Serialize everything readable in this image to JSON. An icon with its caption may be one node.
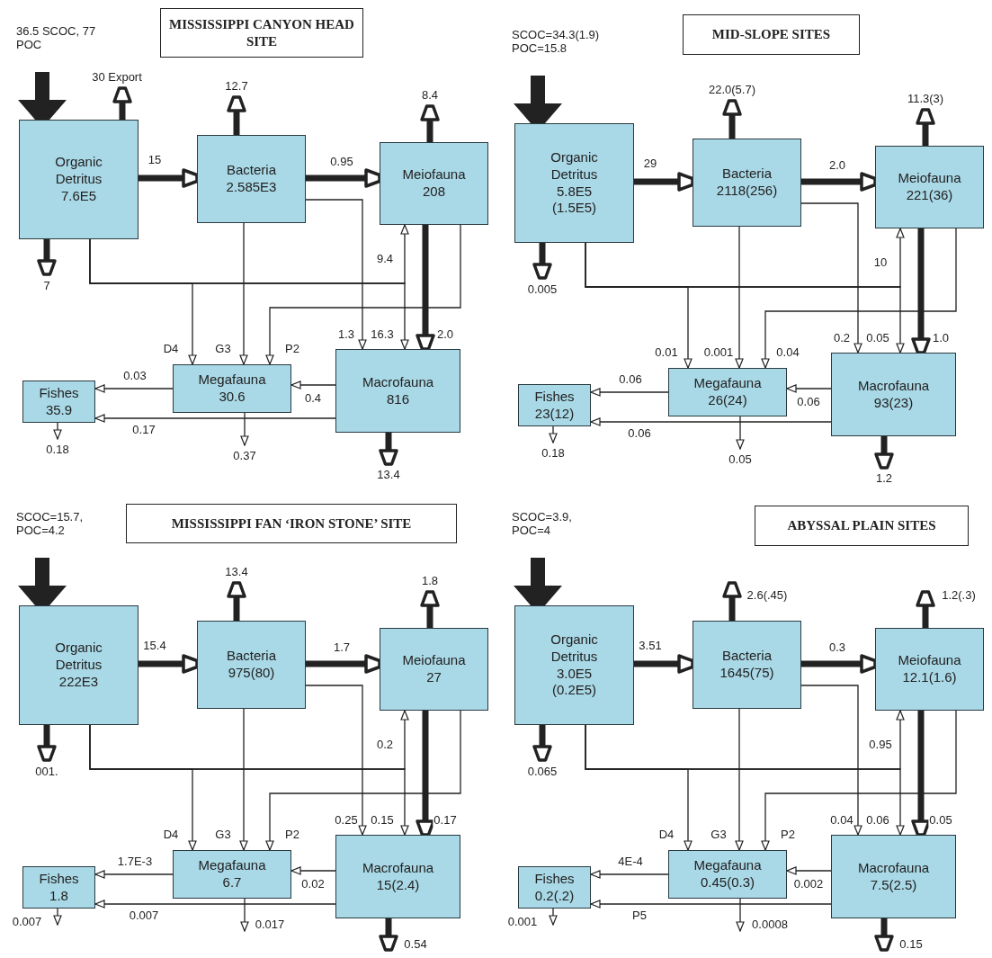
{
  "diagram": {
    "nodes": [
      {
        "text": [
          "MISSISSIPPI CANYON HEAD SITE"
        ]
      },
      {
        "text": [
          "Organic Detritus",
          "7.6E5"
        ]
      },
      {
        "text": [
          "Bacteria",
          "2.585E3"
        ]
      },
      {
        "text": [
          "Meiofauna",
          "208"
        ]
      },
      {
        "text": [
          "Fishes",
          "35.9"
        ]
      },
      {
        "text": [
          "Megafauna",
          "30.6"
        ]
      },
      {
        "text": [
          "Macrofauna",
          "816"
        ]
      },
      {
        "text": [
          "MID-SLOPE SITES"
        ]
      },
      {
        "text": [
          "Organic Detritus",
          "5.8E5",
          "(1.5E5)"
        ]
      },
      {
        "text": [
          "Bacteria",
          "2118(256)"
        ]
      },
      {
        "text": [
          "Meiofauna",
          "221(36)"
        ]
      },
      {
        "text": [
          "Fishes",
          "23(12)"
        ]
      },
      {
        "text": [
          "Megafauna",
          "26(24)"
        ]
      },
      {
        "text": [
          "Macrofauna",
          "93(23)"
        ]
      },
      {
        "text": [
          "MISSISSIPPI FAN ‘IRON STONE’ SITE"
        ]
      },
      {
        "text": [
          "Organic Detritus",
          "222E3"
        ]
      },
      {
        "text": [
          "Bacteria",
          "975(80)"
        ]
      },
      {
        "text": [
          "Meiofauna",
          "27"
        ]
      },
      {
        "text": [
          "Fishes",
          "1.8"
        ]
      },
      {
        "text": [
          "Megafauna",
          "6.7"
        ]
      },
      {
        "text": [
          "Macrofauna",
          "15(2.4)"
        ]
      },
      {
        "text": [
          "ABYSSAL PLAIN SITES"
        ]
      },
      {
        "text": [
          "Organic Detritus",
          "3.0E5",
          "(0.2E5)"
        ]
      },
      {
        "text": [
          "Bacteria",
          "1645(75)"
        ]
      },
      {
        "text": [
          "Meiofauna",
          "12.1(1.6)"
        ]
      },
      {
        "text": [
          "Fishes",
          "0.2(.2)"
        ]
      },
      {
        "text": [
          "Megafauna",
          "0.45(0.3)"
        ]
      },
      {
        "text": [
          "Macrofauna",
          "7.5(2.5)"
        ]
      }
    ],
    "edges": [
      {
        "from": null,
        "to": 1,
        "arrow": "to",
        "style": "thick",
        "label": "36.5 SCOC, 77 POC"
      },
      {
        "from": 1,
        "to": null,
        "arrow": "to",
        "style": "thick",
        "label": "7"
      },
      {
        "from": 1,
        "to": 2,
        "arrow": "to",
        "style": "thick",
        "label": "15"
      },
      {
        "from": 2,
        "to": null,
        "arrow": "to",
        "style": "thick",
        "label": "12.7"
      },
      {
        "from": 2,
        "to": 3,
        "arrow": "to",
        "style": "thick",
        "label": "0.95"
      },
      {
        "from": 3,
        "to": null,
        "arrow": "to",
        "style": "thick",
        "label": "8.4"
      },
      {
        "from": 1,
        "to": 5,
        "arrow": "to",
        "label": "D4"
      },
      {
        "from": 1,
        "to": 3,
        "arrow": "to",
        "label": "9.4"
      },
      {
        "from": 1,
        "to": 6,
        "arrow": "to",
        "label": "16.3"
      },
      {
        "from": 2,
        "to": 5,
        "arrow": "to",
        "label": "G3"
      },
      {
        "from": 2,
        "to": 6,
        "arrow": "to",
        "label": "1.3"
      },
      {
        "from": 3,
        "to": 5,
        "arrow": "to",
        "label": "P2"
      },
      {
        "from": 3,
        "to": 6,
        "arrow": "to",
        "style": "thick",
        "label": "2.0"
      },
      {
        "from": 6,
        "to": 5,
        "arrow": "to",
        "label": "0.4"
      },
      {
        "from": 5,
        "to": 4,
        "arrow": "to",
        "label": "0.03"
      },
      {
        "from": 6,
        "to": 4,
        "arrow": "to",
        "label": "0.17"
      },
      {
        "from": 5,
        "to": null,
        "arrow": "to",
        "label": "0.37"
      },
      {
        "from": 6,
        "to": null,
        "arrow": "to",
        "style": "thick",
        "label": "13.4"
      },
      {
        "from": 4,
        "to": null,
        "arrow": "to",
        "label": "0.18"
      },
      {
        "from": null,
        "to": 8,
        "arrow": "to",
        "style": "thick",
        "label": "SCOC=34.3(1.9) POC=15.8"
      },
      {
        "from": 8,
        "to": null,
        "arrow": "to",
        "style": "thick",
        "label": "0.005"
      },
      {
        "from": 8,
        "to": 9,
        "arrow": "to",
        "style": "thick",
        "label": "29"
      },
      {
        "from": 9,
        "to": null,
        "arrow": "to",
        "style": "thick",
        "label": "22.0(5.7)"
      },
      {
        "from": 9,
        "to": 10,
        "arrow": "to",
        "style": "thick",
        "label": "2.0"
      },
      {
        "from": 10,
        "to": null,
        "arrow": "to",
        "style": "thick",
        "label": "11.3(3)"
      },
      {
        "from": 8,
        "to": 12,
        "arrow": "to",
        "label": "0.01"
      },
      {
        "from": 8,
        "to": 10,
        "arrow": "to",
        "label": "10"
      },
      {
        "from": 8,
        "to": 13,
        "arrow": "to",
        "label": "0.05"
      },
      {
        "from": 9,
        "to": 12,
        "arrow": "to",
        "label": "0.001"
      },
      {
        "from": 9,
        "to": 13,
        "arrow": "to",
        "label": "0.2"
      },
      {
        "from": 10,
        "to": 12,
        "arrow": "to",
        "label": "0.04"
      },
      {
        "from": 10,
        "to": 13,
        "arrow": "to",
        "style": "thick",
        "label": "1.0"
      },
      {
        "from": 13,
        "to": 12,
        "arrow": "to",
        "label": "0.06"
      },
      {
        "from": 12,
        "to": 11,
        "arrow": "to",
        "label": "0.06"
      },
      {
        "from": 13,
        "to": 11,
        "arrow": "to",
        "label": "0.06"
      },
      {
        "from": 12,
        "to": null,
        "arrow": "to",
        "label": "0.05"
      },
      {
        "from": 13,
        "to": null,
        "arrow": "to",
        "style": "thick",
        "label": "1.2"
      },
      {
        "from": 11,
        "to": null,
        "arrow": "to",
        "label": "0.18"
      },
      {
        "from": null,
        "to": 15,
        "arrow": "to",
        "style": "thick",
        "label": "SCOC=15.7, POC=4.2"
      },
      {
        "from": 15,
        "to": null,
        "arrow": "to",
        "style": "thick",
        "label": "001."
      },
      {
        "from": 15,
        "to": 16,
        "arrow": "to",
        "style": "thick",
        "label": "15.4"
      },
      {
        "from": 16,
        "to": null,
        "arrow": "to",
        "style": "thick",
        "label": "13.4"
      },
      {
        "from": 16,
        "to": 17,
        "arrow": "to",
        "style": "thick",
        "label": "1.7"
      },
      {
        "from": 17,
        "to": null,
        "arrow": "to",
        "style": "thick",
        "label": "1.8"
      },
      {
        "from": 15,
        "to": 19,
        "arrow": "to",
        "label": "D4"
      },
      {
        "from": 15,
        "to": 17,
        "arrow": "to",
        "label": "0.2"
      },
      {
        "from": 15,
        "to": 20,
        "arrow": "to",
        "label": "0.15"
      },
      {
        "from": 16,
        "to": 19,
        "arrow": "to",
        "label": "G3"
      },
      {
        "from": 16,
        "to": 20,
        "arrow": "to",
        "label": "0.25"
      },
      {
        "from": 17,
        "to": 19,
        "arrow": "to",
        "label": "P2"
      },
      {
        "from": 17,
        "to": 20,
        "arrow": "to",
        "style": "thick",
        "label": "0.17"
      },
      {
        "from": 20,
        "to": 19,
        "arrow": "to",
        "label": "0.02"
      },
      {
        "from": 19,
        "to": 18,
        "arrow": "to",
        "label": "1.7E-3"
      },
      {
        "from": 20,
        "to": 18,
        "arrow": "to",
        "label": "0.007"
      },
      {
        "from": 19,
        "to": null,
        "arrow": "to",
        "label": "0.017"
      },
      {
        "from": 20,
        "to": null,
        "arrow": "to",
        "style": "thick",
        "label": "0.54"
      },
      {
        "from": 18,
        "to": null,
        "arrow": "to",
        "label": "0.007"
      },
      {
        "from": null,
        "to": 22,
        "arrow": "to",
        "style": "thick",
        "label": "SCOC=3.9, POC=4"
      },
      {
        "from": 22,
        "to": null,
        "arrow": "to",
        "style": "thick",
        "label": "0.065"
      },
      {
        "from": 22,
        "to": 23,
        "arrow": "to",
        "style": "thick",
        "label": "3.51"
      },
      {
        "from": 23,
        "to": null,
        "arrow": "to",
        "style": "thick",
        "label": "2.6(.45)"
      },
      {
        "from": 23,
        "to": 24,
        "arrow": "to",
        "style": "thick",
        "label": "0.3"
      },
      {
        "from": 24,
        "to": null,
        "arrow": "to",
        "style": "thick",
        "label": "1.2(.3)"
      },
      {
        "from": 22,
        "to": 26,
        "arrow": "to",
        "label": "D4"
      },
      {
        "from": 22,
        "to": 24,
        "arrow": "to",
        "label": "0.95"
      },
      {
        "from": 22,
        "to": 27,
        "arrow": "to",
        "label": "0.06"
      },
      {
        "from": 23,
        "to": 26,
        "arrow": "to",
        "label": "G3"
      },
      {
        "from": 23,
        "to": 27,
        "arrow": "to",
        "label": "0.04"
      },
      {
        "from": 24,
        "to": 26,
        "arrow": "to",
        "label": "P2"
      },
      {
        "from": 24,
        "to": 27,
        "arrow": "to",
        "style": "thick",
        "label": "0.05"
      },
      {
        "from": 27,
        "to": 26,
        "arrow": "to",
        "label": "0.002"
      },
      {
        "from": 26,
        "to": 25,
        "arrow": "to",
        "label": "4E-4"
      },
      {
        "from": 27,
        "to": 25,
        "arrow": "to",
        "label": "P5"
      },
      {
        "from": 26,
        "to": null,
        "arrow": "to",
        "label": "0.0008"
      },
      {
        "from": 27,
        "to": null,
        "arrow": "to",
        "style": "thick",
        "label": "0.15"
      },
      {
        "from": 25,
        "to": null,
        "arrow": "to",
        "label": "0.001"
      },
      {
        "from": 1,
        "to": null,
        "arrow": "to",
        "style": "thick",
        "label": "30 Export"
      }
    ]
  }
}
